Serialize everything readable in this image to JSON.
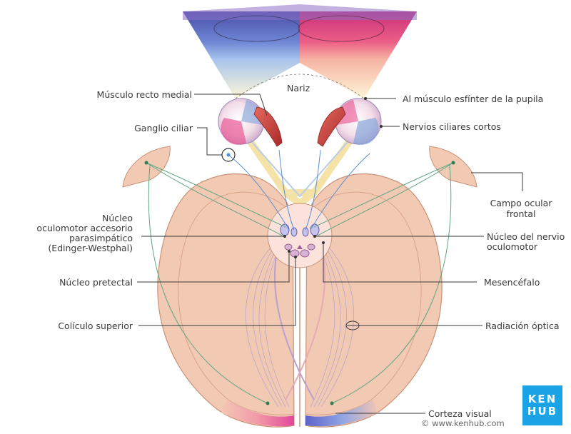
{
  "labels": {
    "nose": "Nariz",
    "medial_rectus": "Músculo recto medial",
    "ciliary_ganglion": "Ganglio ciliar",
    "pupil_sphincter": "Al músculo esfínter de la pupila",
    "short_ciliary_nerves": "Nervios ciliares cortos",
    "frontal_eye_field_1": "Campo ocular",
    "frontal_eye_field_2": "frontal",
    "ew_nucleus_1": "Núcleo",
    "ew_nucleus_2": "oculomotor accesorio",
    "ew_nucleus_3": "parasimpático",
    "ew_nucleus_4": "(Edinger-Westphal)",
    "oculomotor_nucleus_1": "Núcleo del nervio",
    "oculomotor_nucleus_2": "oculomotor",
    "pretectal_nucleus": "Núcleo pretectal",
    "midbrain": "Mesencéfalo",
    "superior_colliculus": "Colículo superior",
    "optic_radiation": "Radiación óptica",
    "visual_cortex": "Corteza visual"
  },
  "logo": {
    "line1": "KEN",
    "line2": "HUB"
  },
  "copyright": "© www.kenhub.com",
  "colors": {
    "brain": "#f2c9b3",
    "brain_dark": "#d9a489",
    "nasal_field": "#5b6cc0",
    "temporal_field": "#e0408a",
    "leader": "#3a3a3a",
    "kenhub_blue": "#1aa3e6"
  }
}
